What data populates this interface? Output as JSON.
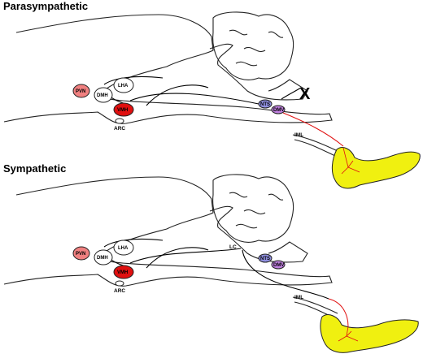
{
  "panels": [
    {
      "title": "Parasympathetic",
      "nuclei": {
        "pvn": "PVN",
        "dmh": "DMH",
        "lha": "LHA",
        "vmh": "VMH",
        "arc": "ARC",
        "nts": "NTS",
        "dmv": "DMV",
        "iml": "IML"
      },
      "blocked_marker": "X"
    },
    {
      "title": "Sympathetic",
      "nuclei": {
        "pvn": "PVN",
        "dmh": "DMH",
        "lha": "LHA",
        "vmh": "VMH",
        "arc": "ARC",
        "nts": "NTS",
        "dmv": "DMV",
        "iml": "IML",
        "lc": "LC"
      }
    }
  ],
  "colors": {
    "pvn": "#f08080",
    "vmh": "#e01010",
    "nts": "#9090e0",
    "dmv": "#c080e0",
    "pancreas": "#f0f010",
    "efferent": "#e01010"
  }
}
